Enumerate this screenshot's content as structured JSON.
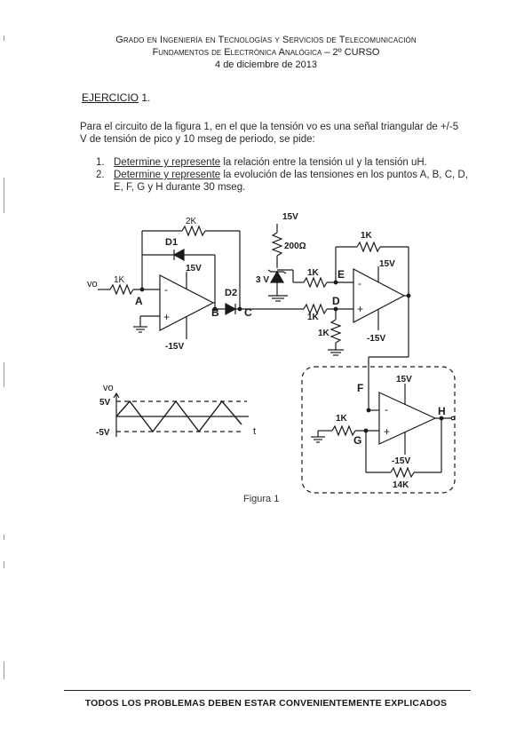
{
  "header": {
    "line1": "Grado en Ingeniería en Tecnologías y Servicios de Telecomunicación",
    "line2": "Fundamentos de Electrónica Analógica – 2º CURSO",
    "line3": "4 de diciembre de 2013"
  },
  "exercise": {
    "title_prefix": "EJERCICIO",
    "title_num": "1.",
    "intro": "Para el circuito de la figura 1, en el que la tensión vo es una señal triangular de +/-5 V de tensión de pico y 10 mseg de periodo, se pide:",
    "items": [
      {
        "num": "1.",
        "verb": "Determine y represente",
        "rest": " la relación entre la tensión uI y la tensión uH."
      },
      {
        "num": "2.",
        "verb": "Determine y represente",
        "rest": " la evolución de las tensiones en los puntos A, B, C, D, E, F, G y H durante 30 mseg."
      }
    ]
  },
  "figure": {
    "caption": "Figura 1",
    "labels": {
      "vo": "vo",
      "r_in": "1K",
      "r_fb": "2K",
      "d1": "D1",
      "d2": "D2",
      "v15p_1": "15V",
      "v15n_1": "-15V",
      "node_a": "A",
      "node_b": "B",
      "node_c": "C",
      "node_d": "D",
      "node_e": "E",
      "node_f": "F",
      "node_g": "G",
      "node_h": "H",
      "vs": "15V",
      "r_zener": "200Ω",
      "zener_v": "3 V",
      "r_e": "1K",
      "r_d": "1K",
      "r_d_gnd": "1K",
      "r_fb2": "1K",
      "v15p_2": "15V",
      "v15n_2": "-15V",
      "v15p_3": "15V",
      "v15n_3": "-15V",
      "r_g": "1K",
      "r_h": "14K",
      "opamp_minus": "-",
      "opamp_plus": "+"
    },
    "waveform": {
      "ylabel": "vo",
      "y_top": "5V",
      "y_bottom": "-5V",
      "xlabel": "t"
    }
  },
  "footer": "TODOS LOS PROBLEMAS DEBEN ESTAR CONVENIENTEMENTE EXPLICADOS"
}
